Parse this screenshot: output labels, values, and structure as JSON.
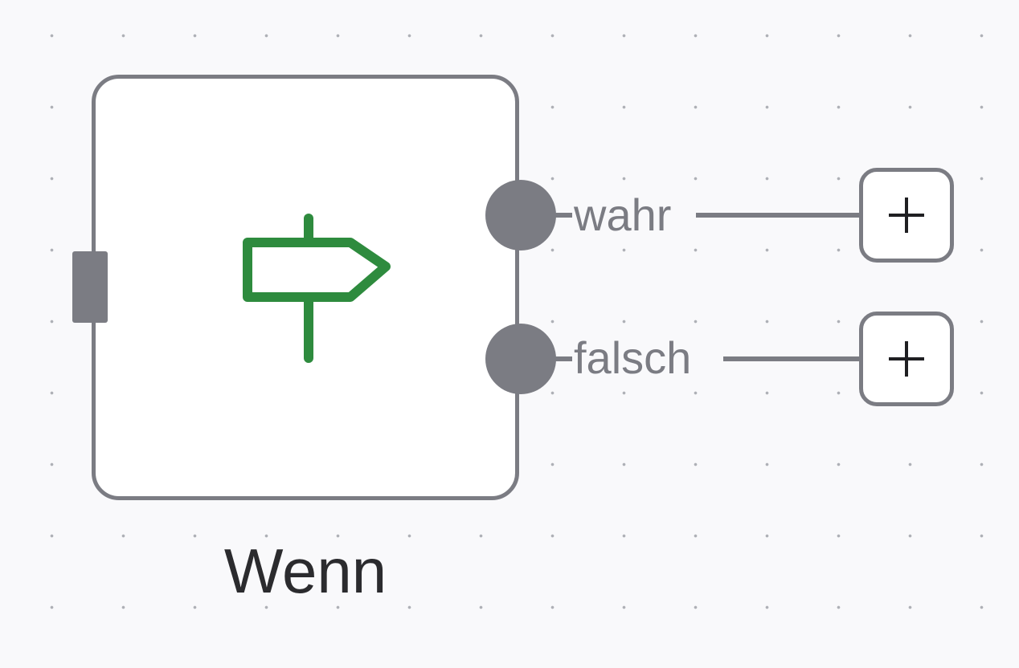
{
  "node": {
    "title": "Wenn",
    "icon": "signpost-icon",
    "icon_color": "#2e8b3e",
    "border_color": "#7b7c83"
  },
  "outputs": [
    {
      "label": "wahr",
      "add_icon": "plus-icon"
    },
    {
      "label": "falsch",
      "add_icon": "plus-icon"
    }
  ]
}
